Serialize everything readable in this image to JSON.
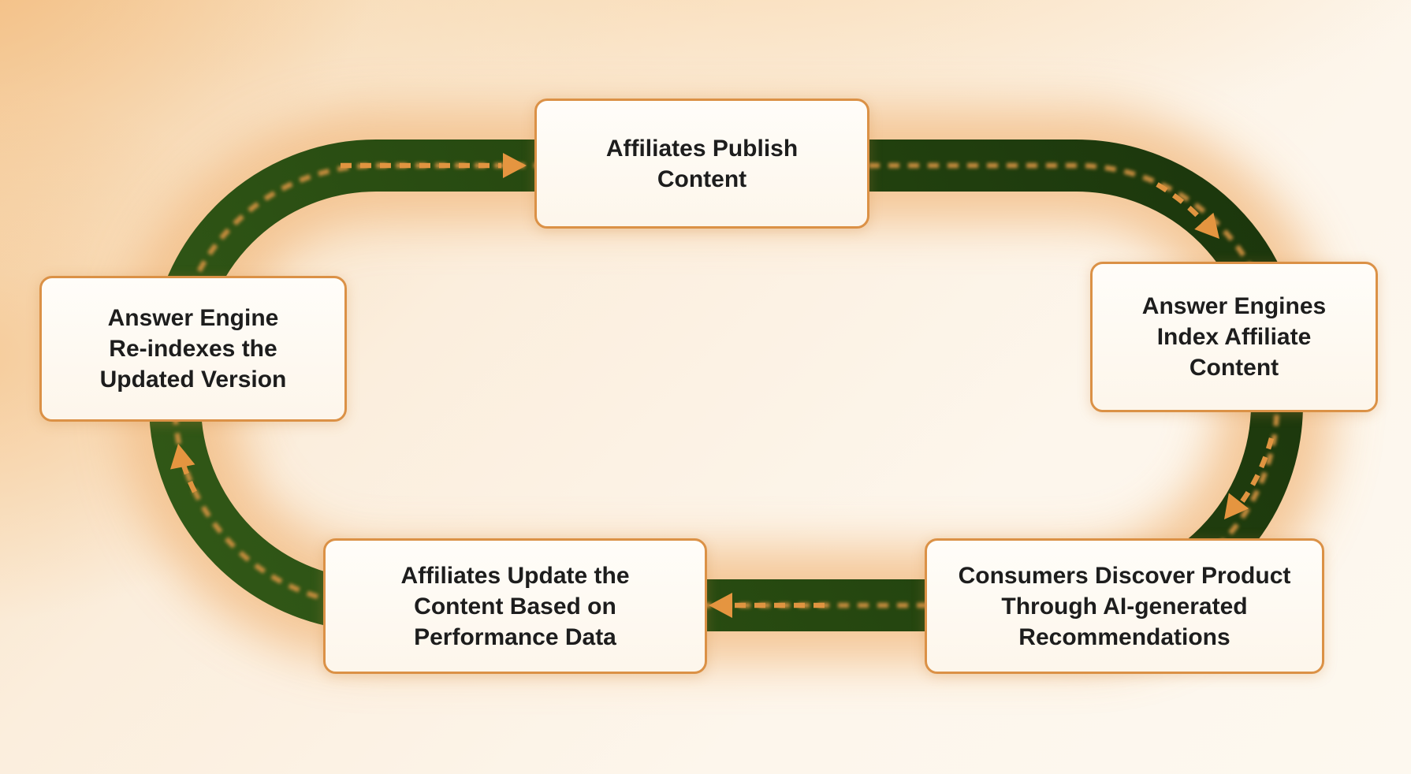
{
  "diagram": {
    "type": "cycle-flow",
    "flow_direction": "clockwise",
    "nodes": [
      {
        "id": "affiliates-publish-content",
        "position": "top",
        "label": "Affiliates Publish\nContent"
      },
      {
        "id": "engines-index-content",
        "position": "right",
        "label": "Answer Engines\nIndex Affiliate\nContent"
      },
      {
        "id": "consumers-discover-product",
        "position": "bottom-right",
        "label": "Consumers Discover Product\nThrough AI-generated\nRecommendations"
      },
      {
        "id": "affiliates-update-content",
        "position": "bottom-left",
        "label": "Affiliates Update the\nContent Based on\nPerformance Data"
      },
      {
        "id": "engine-reindexes-version",
        "position": "left",
        "label": "Answer Engine\nRe-indexes the\nUpdated Version"
      }
    ],
    "colors": {
      "track_green_light": "#2f5716",
      "track_green_dark": "#1a340c",
      "dash_orange": "#d59040",
      "arrow_orange": "#e59540",
      "box_border": "#db9146",
      "box_background": "#fefaf3",
      "background_peach": "#f7dab4",
      "background_cream": "#fdf7ee",
      "text": "#1d1d1d"
    }
  }
}
